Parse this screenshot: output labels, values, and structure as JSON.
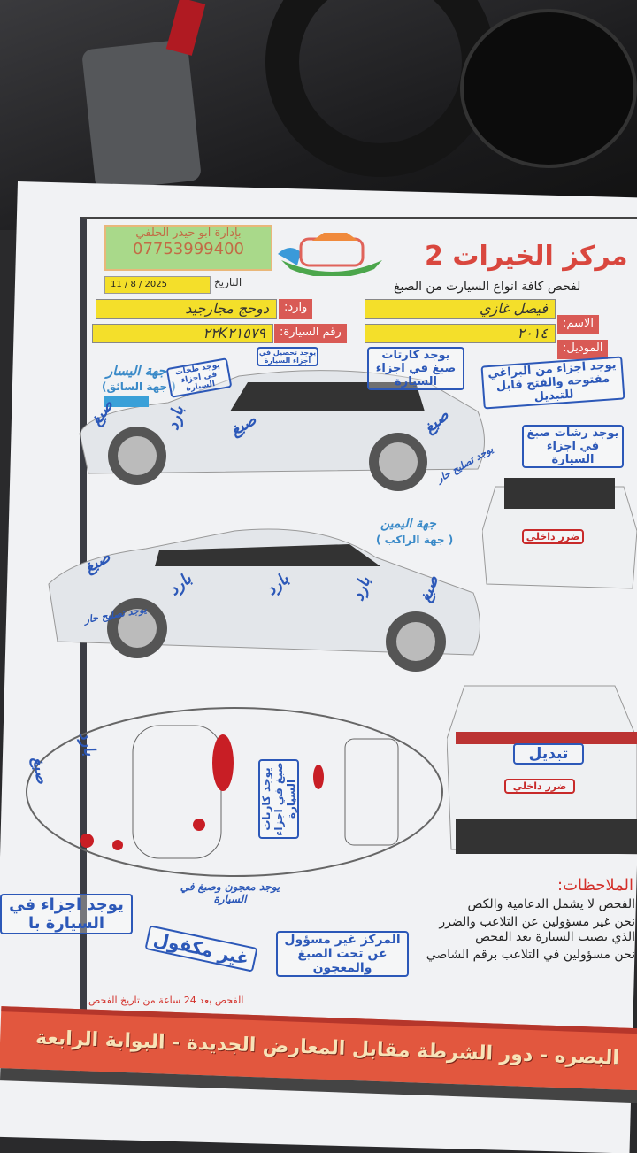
{
  "header": {
    "center_name": "مركز الخيرات 2",
    "subtitle": "لفحص كافة انواع السيارت من الصبغ",
    "manager": "بإدارة ابو حيدر الحلفي",
    "phone": "07753999400",
    "date_label": "التاريخ",
    "date_value": "11 / 8 / 2025"
  },
  "form": {
    "name_label": "الاسم:",
    "name_value": "فيصل غازي",
    "model_label": "الموديل:",
    "model_value": "٢٠١٤",
    "incoming_label": "وارد:",
    "incoming_value": "دوحج مجارجيد",
    "plate_label": "رقم السيارة:",
    "plate_value": "٢٢K٢١٥٧٩"
  },
  "sides": {
    "left": "جهة اليسار",
    "left_sub": "( جهة السائق)",
    "right": "جهة اليمين",
    "right_sub": "( جهة الراكب )"
  },
  "stamps": {
    "dents": "يوجد طخات في اجزاء السيارة",
    "tahsil": "يوجد تحصيل في اجزاء السيارة",
    "paint_cards": "يوجد كارتات صبغ في اجزاء السيارة",
    "opened_parts": "يوجد اجزاء من البراغي مفتوحه والفتح قابل للتبديل",
    "paint_spray": "يوجد رشات صبغ في اجزاء السيارة",
    "hot_repair": "يوجد تصليح حار",
    "putty_paint": "يوجد معجون وصبغ في السيارة",
    "parts": "يوجد اجزاء في السيارة با",
    "not_guaranteed": "غير مكفول",
    "not_responsible": "المركز غير مسؤول عن تحت الصبغ والمعجون",
    "internal_damage": "ضرر داخلي",
    "replacement": "تبديل"
  },
  "handwritten_marks": {
    "paint": "صبغ",
    "normal": "بارد"
  },
  "notes": {
    "heading": "الملاحظات:",
    "lines": [
      "الفحص لا يشمل الدعامية والكص",
      "نحن غير مسؤولين عن التلاعب والضرر الذي يصيب السيارة بعد الفحص",
      "نحن مسؤولين في التلاعب برقم الشاصي"
    ],
    "red_line": "الفحص بعد 24 ساعة من تاريخ الفحص"
  },
  "footer": {
    "address": "البصره - دور الشرطة مقابل المعارض الجديدة - البوابة الرابعة"
  },
  "colors": {
    "title": "#d9473e",
    "stamp": "#2c58b8",
    "highlight": "#f4df2a",
    "footer": "#e2573e"
  }
}
